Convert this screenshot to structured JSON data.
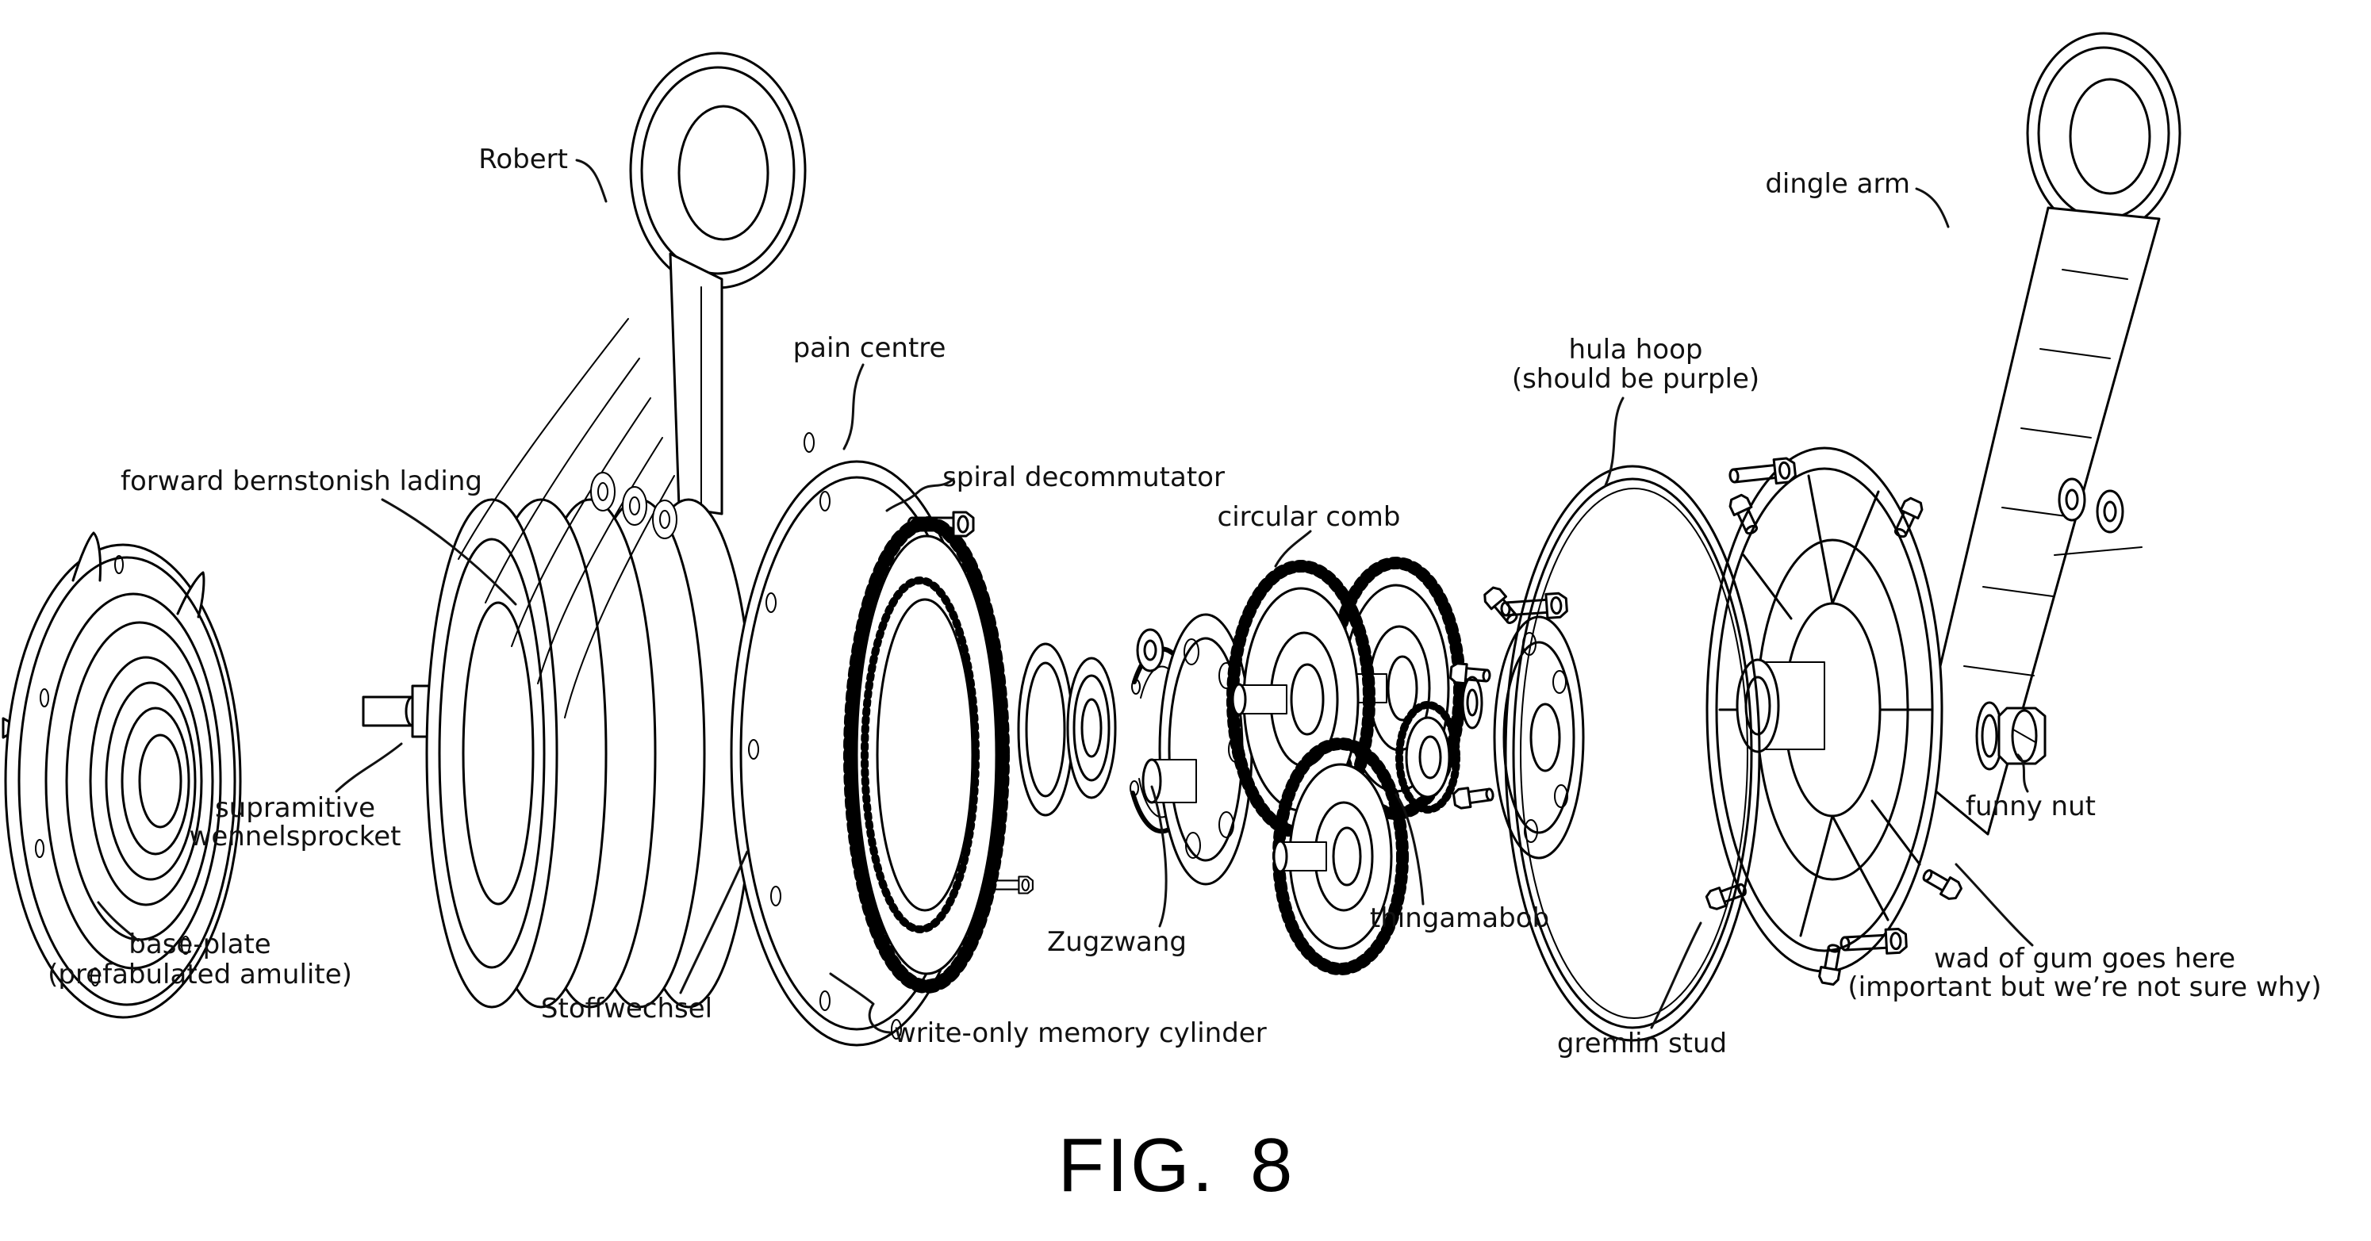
{
  "figure": {
    "caption": "FIG. 8",
    "ink_color": "#000000",
    "paper_color": "#ffffff"
  },
  "labels": {
    "robert": "Robert",
    "dingle_arm": "dingle arm",
    "pain_centre": "pain centre",
    "hula_hoop": [
      "hula hoop",
      "(should be purple)"
    ],
    "forward_bernstonish_lading": "forward bernstonish lading",
    "spiral_decommutator": "spiral decommutator",
    "circular_comb": "circular comb",
    "supramitive_wennelsprocket": [
      "supramitive",
      "wennelsprocket"
    ],
    "base_plate": [
      "base-plate",
      "(prefabulated amulite)"
    ],
    "stoffwechsel": "Stoffwechsel",
    "write_only_memory_cylinder": "write-only memory cylinder",
    "zugzwang": "Zugzwang",
    "thingamabob": "thingamabob",
    "gremlin_stud": "gremlin stud",
    "funny_nut": "funny nut",
    "wad_of_gum": [
      "wad of gum goes here",
      "(important but we’re not sure why)"
    ]
  }
}
